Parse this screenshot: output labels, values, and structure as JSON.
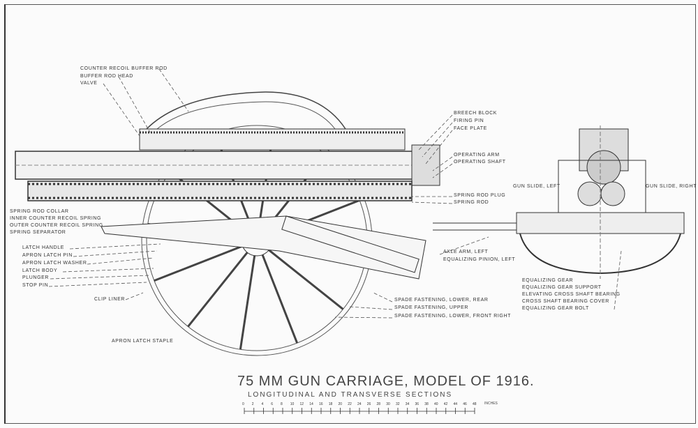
{
  "title": "75 MM GUN CARRIAGE, MODEL OF 1916.",
  "subtitle": "LONGITUDINAL AND TRANSVERSE SECTIONS",
  "scale": {
    "units": "INCHES",
    "ticks": [
      "0",
      "2",
      "4",
      "6",
      "8",
      "10",
      "12",
      "14",
      "16",
      "18",
      "20",
      "22",
      "24",
      "26",
      "28",
      "30",
      "32",
      "34",
      "36",
      "38",
      "40",
      "42",
      "44",
      "46",
      "48"
    ]
  },
  "labels": {
    "counter_recoil_buffer_rod": "COUNTER RECOIL BUFFER ROD",
    "buffer_rod_head": "BUFFER ROD HEAD",
    "valve": "VALVE",
    "breech_block": "BREECH BLOCK",
    "firing_pin": "FIRING PIN",
    "face_plate": "FACE PLATE",
    "operating_arm": "OPERATING ARM",
    "operating_shaft": "OPERATING SHAFT",
    "spring_rod_plug": "SPRING ROD PLUG",
    "spring_rod": "SPRING ROD",
    "gun_slide_left": "GUN SLIDE, LEFT",
    "gun_slide_right": "GUN SLIDE, RIGHT",
    "spring_rod_collar": "SPRING ROD COLLAR",
    "inner_counter_recoil_spring": "INNER COUNTER RECOIL SPRING",
    "outer_counter_recoil_spring": "OUTER COUNTER RECOIL SPRING",
    "spring_separator": "SPRING SEPARATOR",
    "latch_handle": "LATCH HANDLE",
    "apron_latch_pin": "APRON LATCH PIN",
    "apron_latch_washer": "APRON LATCH WASHER",
    "latch_body": "LATCH BODY",
    "plunger": "PLUNGER",
    "stop_pin": "STOP PIN",
    "clip_liner": "CLIP LINER",
    "apron_latch_staple": "APRON LATCH STAPLE",
    "axle_arm_left": "AXLE ARM, LEFT",
    "equalizing_pinion_left": "EQUALIZING PINION, LEFT",
    "equalizing_gear": "EQUALIZING GEAR",
    "equalizing_gear_support": "EQUALIZING GEAR SUPPORT",
    "elevating_cross_shaft_bearing": "ELEVATING CROSS SHAFT BEARING",
    "cross_shaft_bearing_cover": "CROSS SHAFT BEARING COVER",
    "equalizing_gear_bolt": "EQUALIZING GEAR BOLT",
    "spade_fastening_lower_rear": "SPADE FASTENING, LOWER, REAR",
    "spade_fastening_upper": "SPADE FASTENING, UPPER",
    "spade_fastening_lower_front_right": "SPADE FASTENING, LOWER, FRONT RIGHT"
  }
}
